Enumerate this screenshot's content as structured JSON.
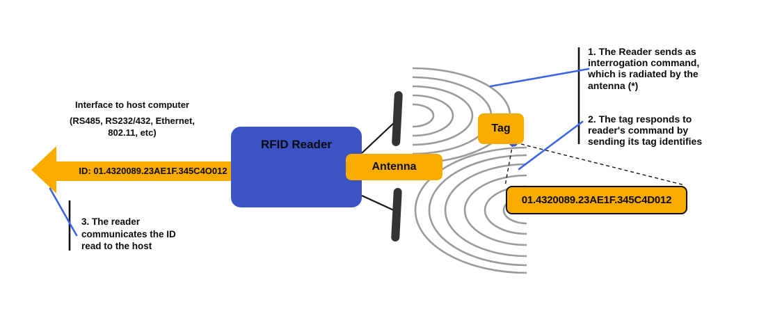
{
  "diagram": {
    "title_hint": "RFID system diagram",
    "interface_note": {
      "lines": [
        "Interface to host computer",
        "(RS485, RS232/432, Ethernet,",
        "802.11, etc)"
      ]
    },
    "host_arrow": {
      "id_label": "ID: 01.4320089.23AE1F.345C4O012"
    },
    "reader": {
      "label": "RFID Reader"
    },
    "antenna": {
      "label": "Antenna"
    },
    "tag": {
      "label": "Tag"
    },
    "tag_id_box": {
      "value": "01.4320089.23AE1F.345C4D012"
    },
    "notes": {
      "note1": {
        "lines": [
          "1. The Reader sends as",
          "interrogation command,",
          "which is radiated by the",
          "antenna (*)"
        ]
      },
      "note2": {
        "lines": [
          "2. The tag responds to",
          "reader's command by",
          "sending its tag identifies"
        ]
      },
      "note3": {
        "lines": [
          "3. The reader",
          "communicates the ID",
          "read to the host"
        ]
      }
    },
    "colors": {
      "accent_yellow": "#F9AB00",
      "reader_blue": "#3C53C6",
      "line_blue": "#3B63E8",
      "wave_gray": "#9A9A9A",
      "bar_dark": "#333333"
    }
  }
}
